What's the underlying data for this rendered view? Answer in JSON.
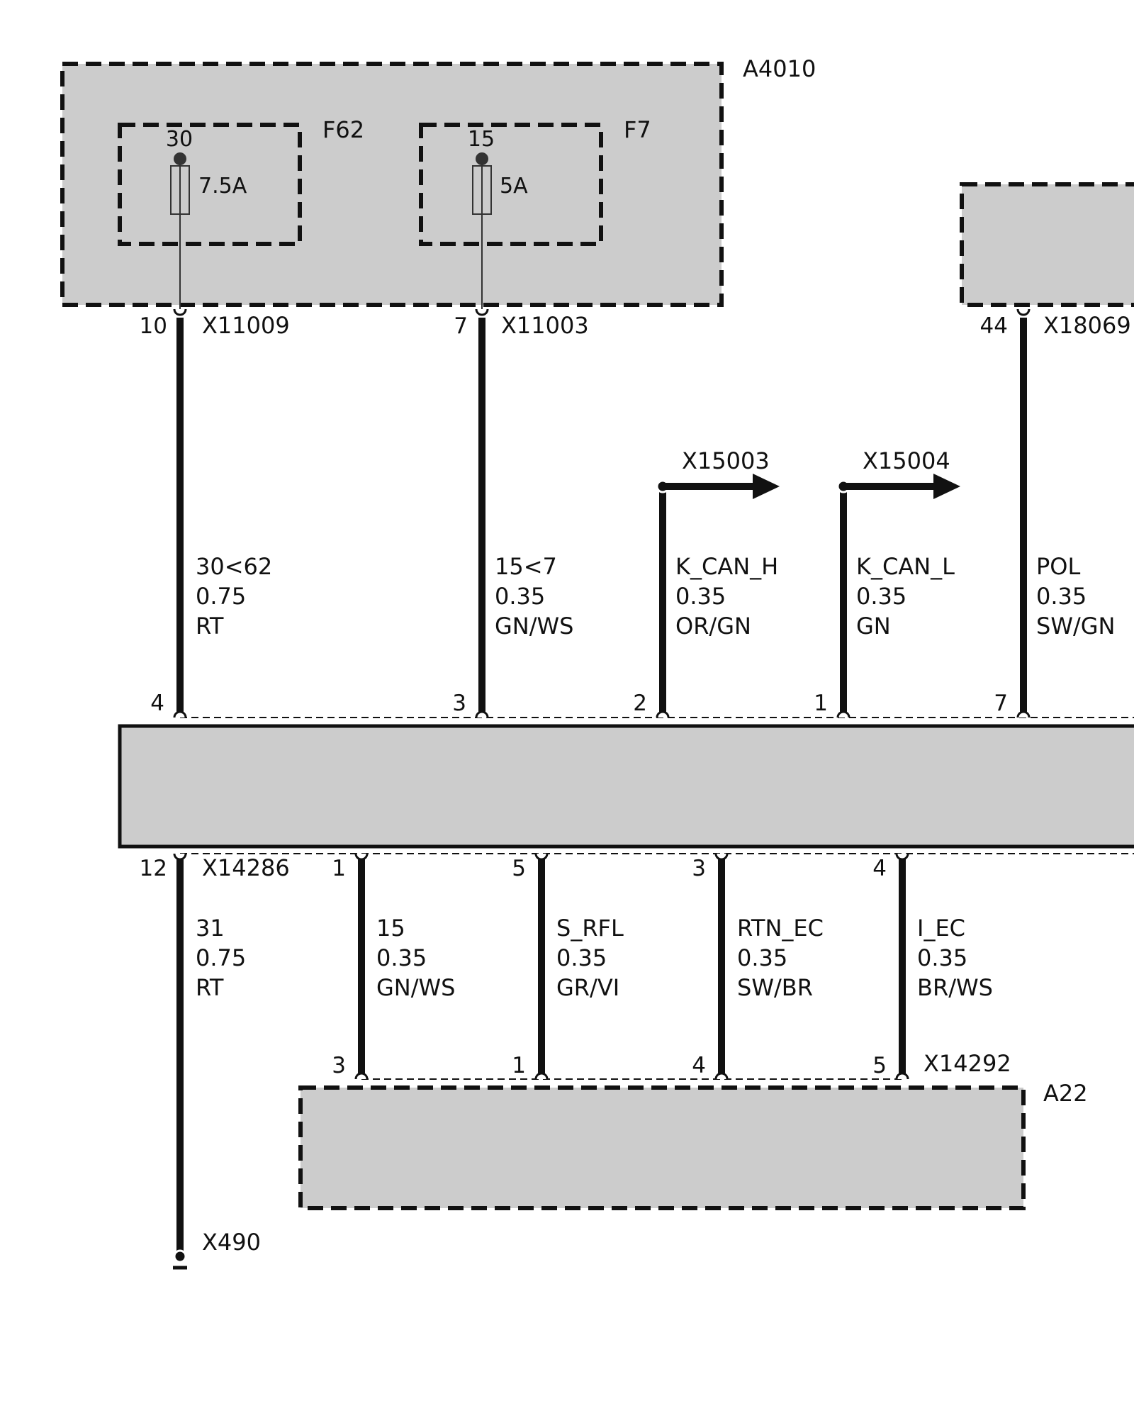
{
  "modules": {
    "a4010": {
      "label": "A4010"
    },
    "a22": {
      "label": "A22"
    }
  },
  "fuses": {
    "f62": {
      "name": "F62",
      "terminal": "30",
      "rating": "7.5A"
    },
    "f7": {
      "name": "F7",
      "terminal": "15",
      "rating": "5A"
    }
  },
  "connectors": {
    "x11009": {
      "label": "X11009",
      "pin": "10"
    },
    "x11003": {
      "label": "X11003",
      "pin": "7"
    },
    "x18069": {
      "label": "X18069",
      "pin": "44"
    },
    "x15003": {
      "label": "X15003"
    },
    "x15004": {
      "label": "X15004"
    },
    "x14286": {
      "label": "X14286",
      "pin": "12"
    },
    "x14292": {
      "label": "X14292"
    },
    "x490": {
      "label": "X490"
    }
  },
  "upper_wires": [
    {
      "pin_top": "10",
      "pin_bottom": "4",
      "signal": "30<62",
      "gauge": "0.75",
      "color": "RT"
    },
    {
      "pin_top": "7",
      "pin_bottom": "3",
      "signal": "15<7",
      "gauge": "0.35",
      "color": "GN/WS"
    },
    {
      "pin_bottom": "2",
      "signal": "K_CAN_H",
      "gauge": "0.35",
      "color": "OR/GN"
    },
    {
      "pin_bottom": "1",
      "signal": "K_CAN_L",
      "gauge": "0.35",
      "color": "GN"
    },
    {
      "pin_top": "44",
      "pin_bottom": "7",
      "signal": "POL",
      "gauge": "0.35",
      "color": "SW/GN"
    }
  ],
  "lower_wires": [
    {
      "pin_top": "12",
      "signal": "31",
      "gauge": "0.75",
      "color": "RT"
    },
    {
      "pin_top": "1",
      "pin_bottom": "3",
      "signal": "15",
      "gauge": "0.35",
      "color": "GN/WS"
    },
    {
      "pin_top": "5",
      "pin_bottom": "1",
      "signal": "S_RFL",
      "gauge": "0.35",
      "color": "GR/VI"
    },
    {
      "pin_top": "3",
      "pin_bottom": "4",
      "signal": "RTN_EC",
      "gauge": "0.35",
      "color": "SW/BR"
    },
    {
      "pin_top": "4",
      "pin_bottom": "5",
      "signal": "I_EC",
      "gauge": "0.35",
      "color": "BR/WS"
    }
  ]
}
